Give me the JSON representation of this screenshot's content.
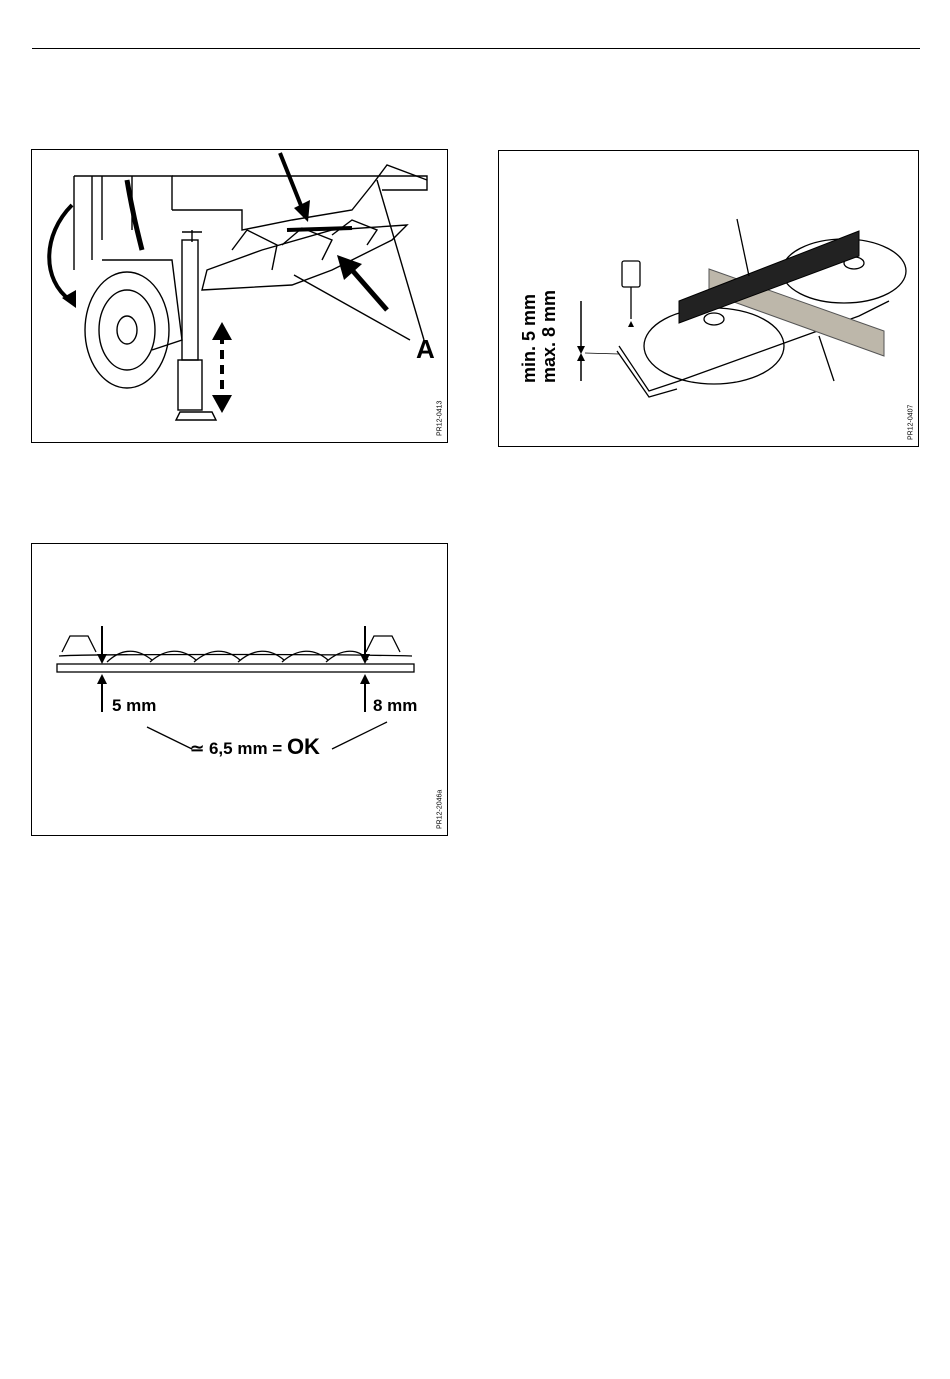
{
  "figures": [
    {
      "id": "fig1",
      "code": "PR12-0413",
      "label": "A"
    },
    {
      "id": "fig2",
      "code": "PR12-0407",
      "gap_min": "min. 5 mm",
      "gap_max": "max. 8 mm"
    },
    {
      "id": "fig3",
      "code": "PR12-2046a",
      "left_value": "5 mm",
      "right_value": "8 mm",
      "result_prefix": "≃ 6,5 mm = ",
      "result_ok": "OK"
    }
  ]
}
